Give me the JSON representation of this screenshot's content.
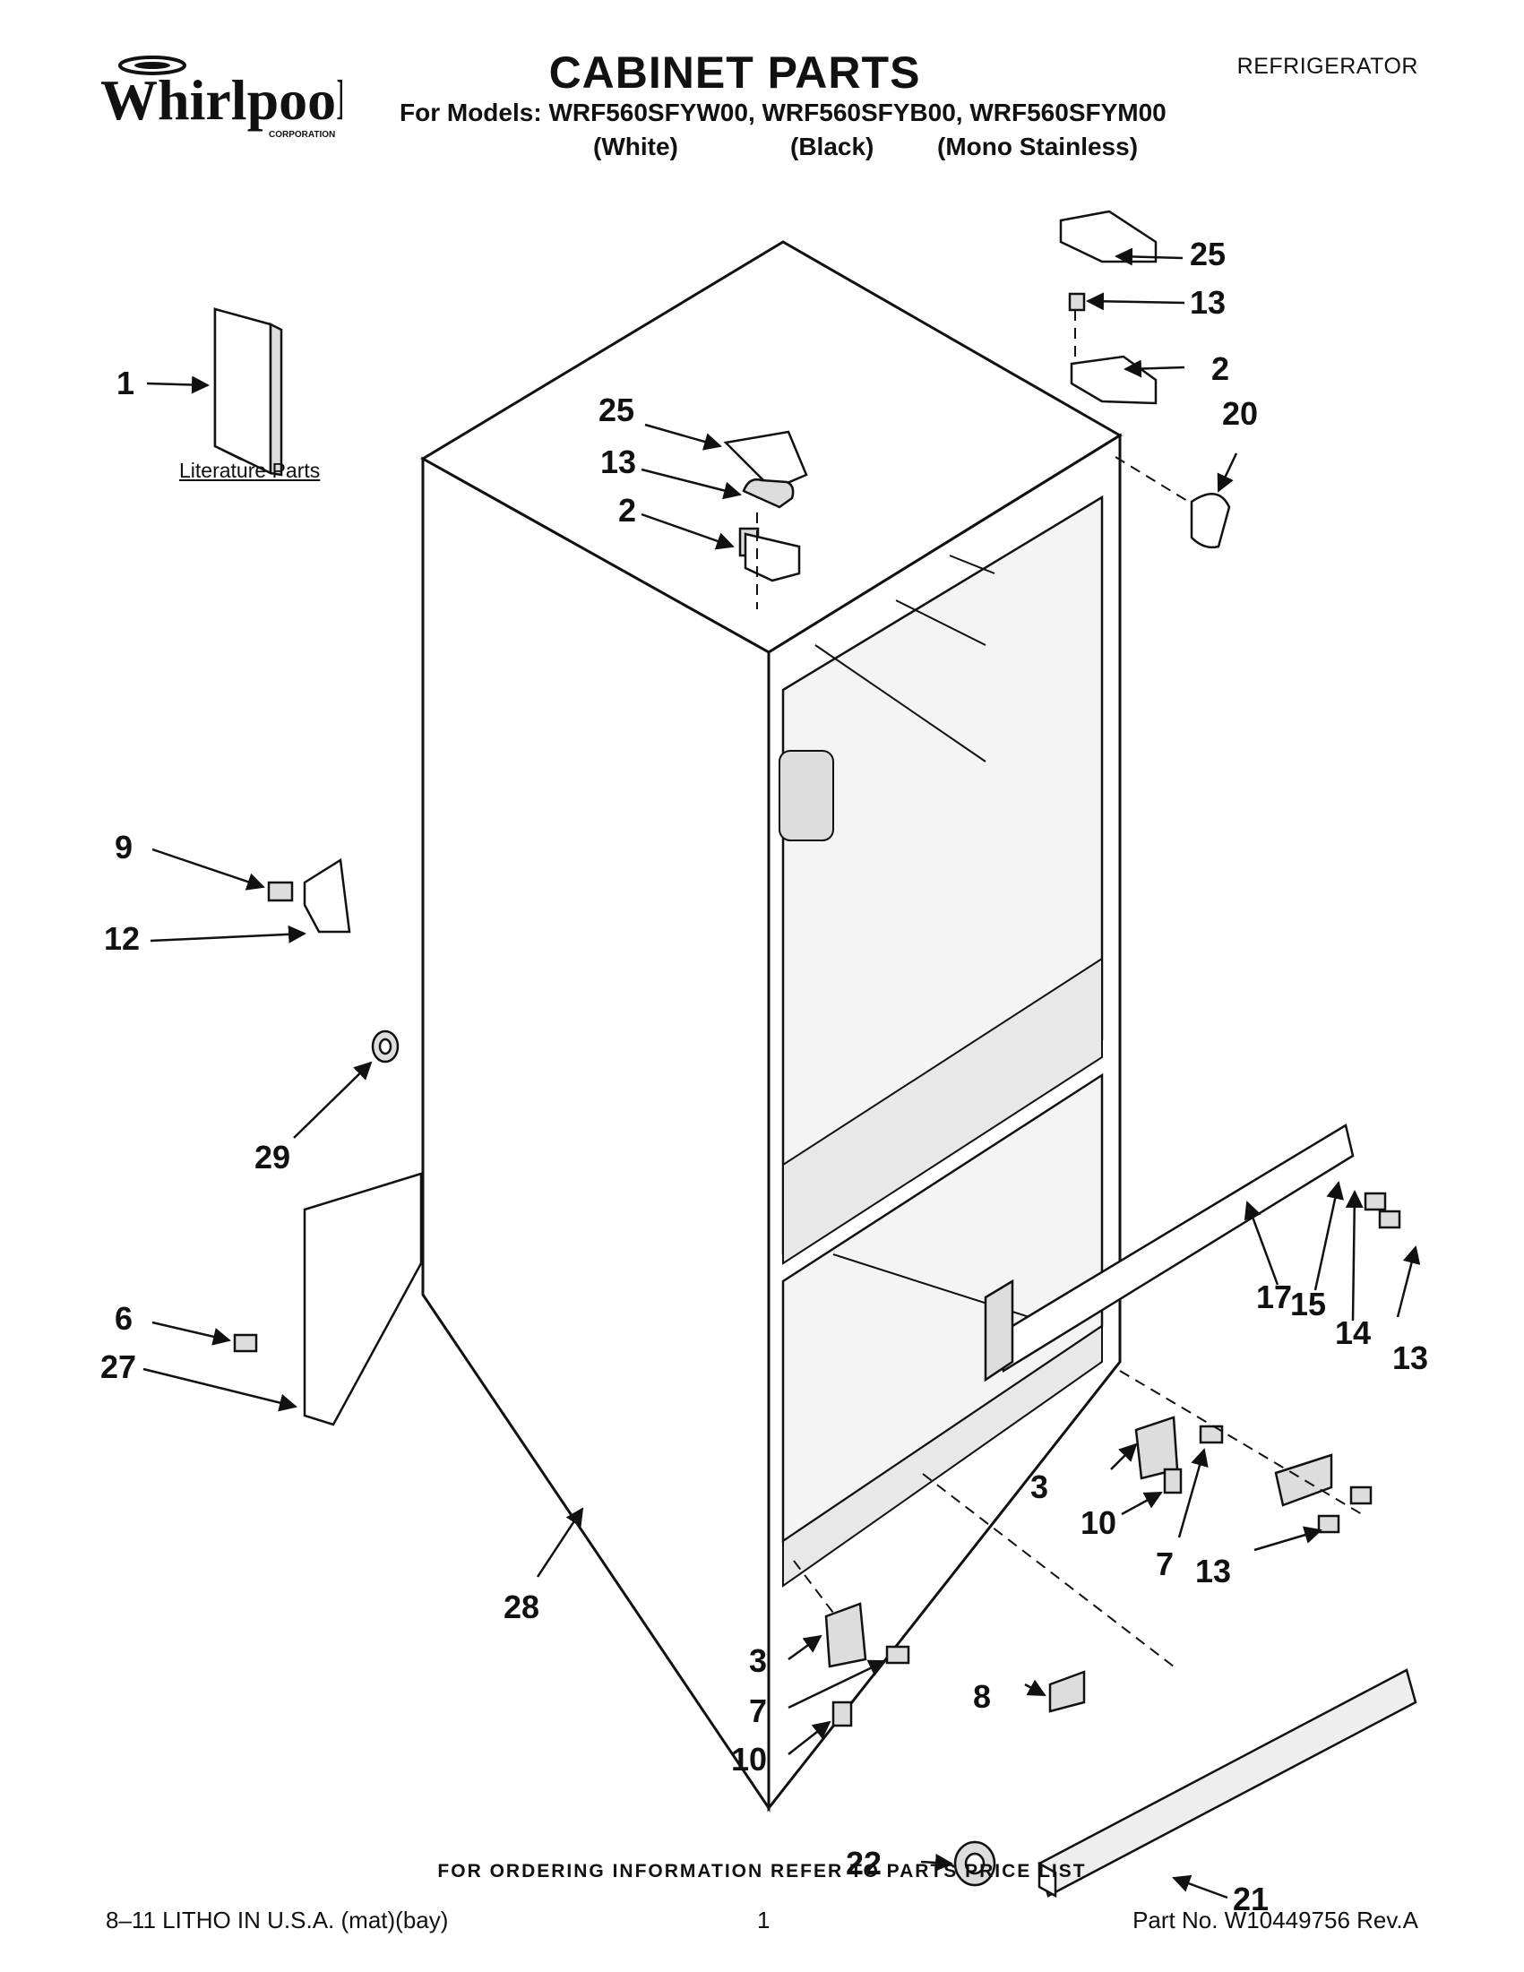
{
  "header": {
    "brand": "Whirlpool",
    "brand_sub": "CORPORATION",
    "title": "CABINET PARTS",
    "doc_type": "REFRIGERATOR",
    "models": "For Models: WRF560SFYW00, WRF560SFYB00, WRF560SFYM00",
    "variants": [
      "(White)",
      "(Black)",
      "(Mono Stainless)"
    ]
  },
  "diagram": {
    "literature_label": "Literature Parts",
    "callouts": [
      "1",
      "25",
      "13",
      "2",
      "25",
      "13",
      "2",
      "20",
      "9",
      "12",
      "29",
      "6",
      "27",
      "28",
      "17",
      "15",
      "14",
      "13",
      "3",
      "10",
      "7",
      "13",
      "3",
      "7",
      "10",
      "8",
      "22",
      "21"
    ]
  },
  "footer": {
    "ordering_note": "FOR ORDERING INFORMATION REFER TO PARTS PRICE LIST",
    "litho": "8–11 LITHO IN U.S.A. (mat)(bay)",
    "page": "1",
    "part_number": "Part No. W10449756 Rev.A"
  }
}
